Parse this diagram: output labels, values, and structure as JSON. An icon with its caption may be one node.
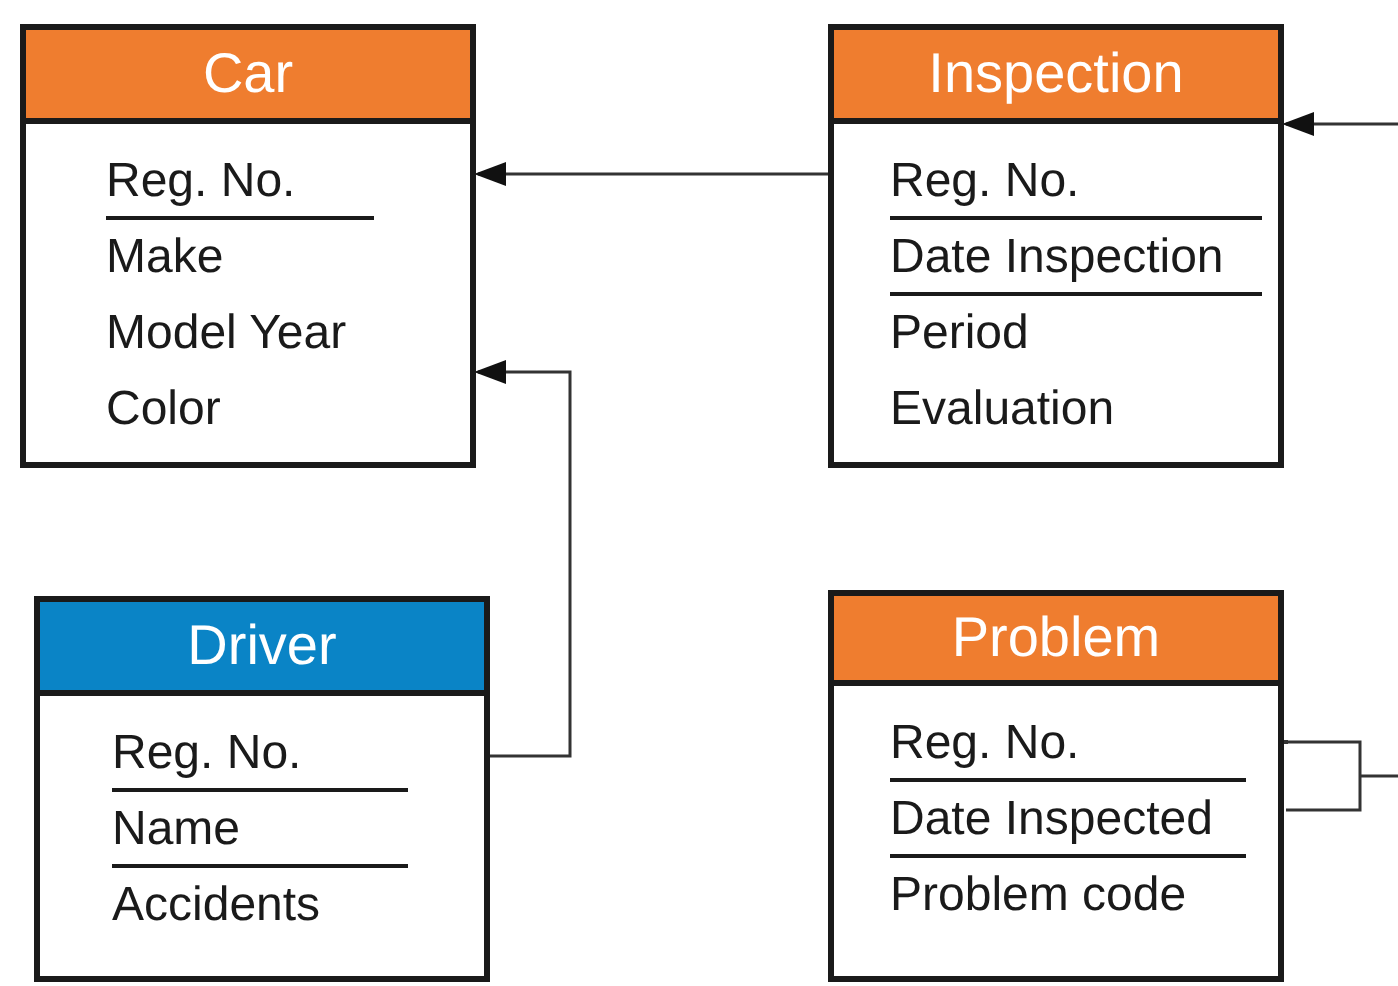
{
  "diagram": {
    "nodes": [
      {
        "text": [
          "Car",
          "Reg. No.",
          "Make",
          "Model Year",
          "Color"
        ]
      },
      {
        "text": [
          "Inspection",
          "Reg. No.",
          "Date Inspection",
          "Period",
          "Evaluation"
        ]
      },
      {
        "text": [
          "Driver",
          "Reg. No.",
          "Name",
          "Accidents"
        ]
      },
      {
        "text": [
          "Problem",
          "Reg. No.",
          "Date Inspected",
          "Problem code"
        ]
      }
    ],
    "edges": [
      {
        "from": 1,
        "to": 0,
        "arrow": "to"
      },
      {
        "from": 2,
        "to": 0,
        "arrow": "to"
      },
      {
        "from": null,
        "to": 1,
        "arrow": "to"
      },
      {
        "from": 3,
        "to": null,
        "arrow": "other"
      }
    ]
  }
}
